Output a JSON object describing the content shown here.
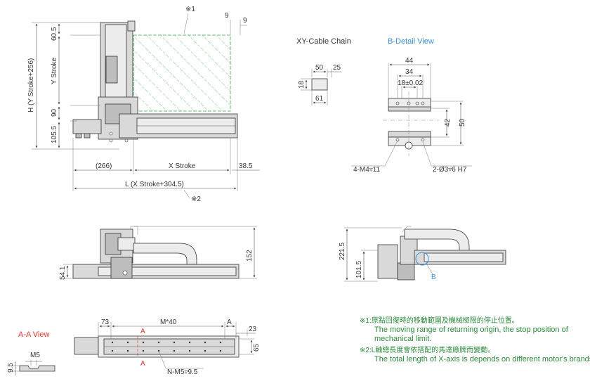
{
  "titles": {
    "cable_chain": "XY-Cable Chain",
    "b_detail": "B-Detail View",
    "aa_view": "A-A View"
  },
  "top_view": {
    "note1_marker": "※1",
    "note2_marker": "※2",
    "dim_9a": "9",
    "dim_9b": "9",
    "dim_60_5": "60.5",
    "dim_y_stroke": "Y Stroke",
    "dim_h": "H (Y Stroke+256)",
    "dim_90": "90",
    "dim_105_5": "105.5",
    "dim_266": "(266)",
    "dim_x_stroke": "X Stroke",
    "dim_38_5": "38.5",
    "dim_l": "L (X Stroke+304.5)"
  },
  "cable_chain": {
    "dim_50": "50",
    "dim_25": "25",
    "dim_18": "18",
    "dim_61": "61"
  },
  "b_detail": {
    "dim_44": "44",
    "dim_34": "34",
    "dim_18_02": "18±0.02",
    "dim_42": "42",
    "dim_50": "50",
    "callout_m4": "4-M4▿11",
    "callout_d3": "2-Ø3▿6 H7"
  },
  "front_view": {
    "dim_152": "152",
    "dim_54_1": "54.1"
  },
  "side_view": {
    "dim_221_5": "221.5",
    "dim_101_5": "101.5",
    "detail_marker": "B"
  },
  "aa_view": {
    "dim_m5": "M5",
    "dim_9_5": "9.5"
  },
  "bottom_view": {
    "dim_73": "73",
    "dim_m40": "M*40",
    "marker_a_top": "A",
    "marker_a_mid": "A",
    "marker_a_bot": "A",
    "dim_23": "23",
    "dim_65": "65",
    "callout_n_m5": "N-M5▿9.5"
  },
  "notes": {
    "n1_zh": "※1:原點回復時的移動範圍及機械極限的停止位置。",
    "n1_en1": "The moving range of returning origin, the stop position of",
    "n1_en2": "mechanical limit.",
    "n2_zh": "※2:L軸總長度會依搭配的馬達廠牌而變動。",
    "n2_en": "The total length of X-axis is depends on different motor's brands."
  }
}
